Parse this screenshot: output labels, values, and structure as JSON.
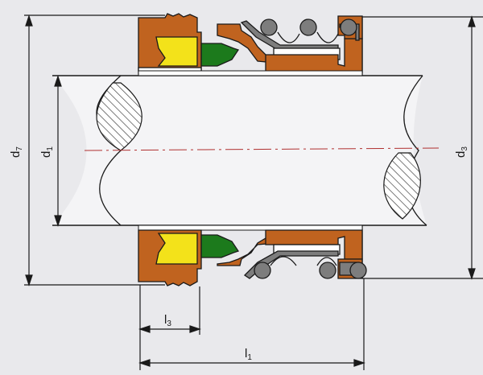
{
  "labels": {
    "d7": {
      "base": "d",
      "sub": "7"
    },
    "d1": {
      "base": "d",
      "sub": "1"
    },
    "d3": {
      "base": "d",
      "sub": "3"
    },
    "l3": {
      "base": "l",
      "sub": "3"
    },
    "l1": {
      "base": "l",
      "sub": "1"
    }
  },
  "colors": {
    "background": "#e9e9ec",
    "line": "#1a1a1a",
    "body_brown": "#c0631f",
    "seal_yellow": "#f3e21a",
    "ring_green": "#1c7a1c",
    "spring_grey": "#7d7d7d",
    "centerline": "#b03030",
    "hatch": "#444444"
  }
}
